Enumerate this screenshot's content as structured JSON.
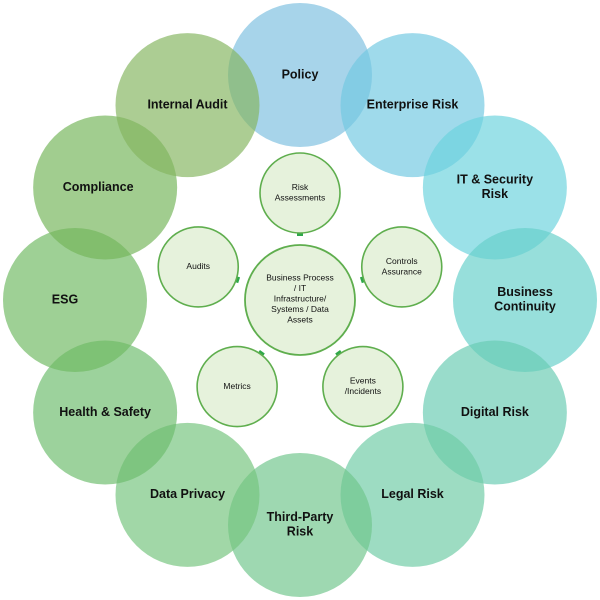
{
  "outer_circles": [
    {
      "lines": [
        "Policy"
      ],
      "color": "#7EBFE0"
    },
    {
      "lines": [
        "Enterprise Risk"
      ],
      "color": "#72C9E2"
    },
    {
      "lines": [
        "IT & Security",
        "Risk"
      ],
      "color": "#6BD3DD"
    },
    {
      "lines": [
        "Business",
        "Continuity"
      ],
      "color": "#66D0CA"
    },
    {
      "lines": [
        "Digital Risk"
      ],
      "color": "#69CCB2"
    },
    {
      "lines": [
        "Legal Risk"
      ],
      "color": "#6FCBA5"
    },
    {
      "lines": [
        "Third-Party",
        "Risk"
      ],
      "color": "#70C58C"
    },
    {
      "lines": [
        "Data Privacy"
      ],
      "color": "#74C47E"
    },
    {
      "lines": [
        "Health & Safety"
      ],
      "color": "#6DBD6D"
    },
    {
      "lines": [
        "ESG"
      ],
      "color": "#70BA63"
    },
    {
      "lines": [
        "Compliance"
      ],
      "color": "#74B55A"
    },
    {
      "lines": [
        "Internal Audit"
      ],
      "color": "#85B660"
    }
  ],
  "center": {
    "lines": [
      "Business Process",
      "/ IT",
      "Infrastructure/",
      "Systems / Data",
      "Assets"
    ]
  },
  "inner_circles": [
    {
      "lines": [
        "Risk",
        "Assessments"
      ]
    },
    {
      "lines": [
        "Controls",
        "Assurance"
      ]
    },
    {
      "lines": [
        "Events",
        "/Incidents"
      ]
    },
    {
      "lines": [
        "Metrics"
      ]
    },
    {
      "lines": [
        "Audits"
      ]
    }
  ],
  "colors": {
    "inner_fill": "#E6F2DC",
    "inner_stroke": "#5FAE4E",
    "arrow": "#2FA84A"
  }
}
